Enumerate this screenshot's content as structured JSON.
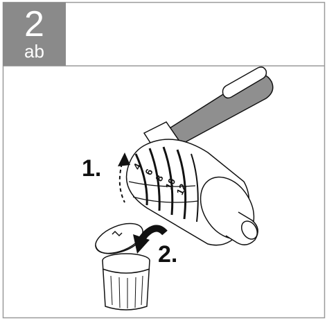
{
  "step": {
    "number": "2",
    "sub": "ab"
  },
  "labels": {
    "step1": "1.",
    "step2": "2."
  },
  "dial_numbers": [
    "4",
    "6",
    "8",
    "10",
    "12"
  ],
  "colors": {
    "step_box": "#8a8a8a",
    "lever": "#8f8f8f",
    "frame": "#9a9a9a",
    "line": "#111111"
  }
}
